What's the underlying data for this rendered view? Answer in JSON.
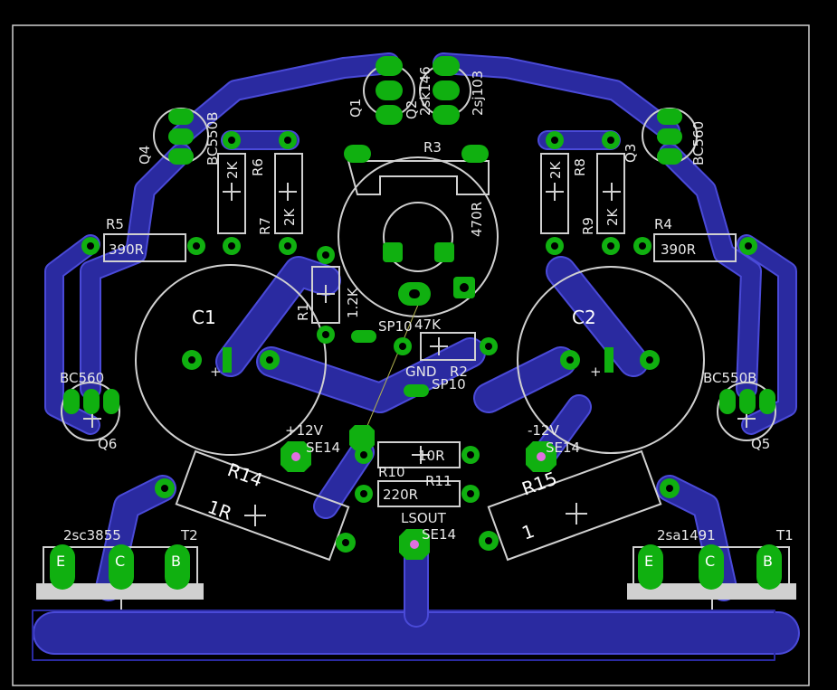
{
  "board": {
    "labels": {
      "q1": "Q1",
      "q2": "Q2",
      "q1_part": "2sk146",
      "q2_part": "2sj103",
      "q3": "Q3",
      "q3_part": "BC560",
      "q4": "Q4",
      "q4_part": "BC550B",
      "q5": "Q5",
      "q5_part": "BC550B",
      "q6": "Q6",
      "q6_part": "BC560",
      "r1": "R1",
      "r1_val": "1.2K",
      "r2": "R2",
      "r2_val": "47K",
      "r3": "R3",
      "r3_val": "470R",
      "r4": "R4",
      "r4_val": "390R",
      "r5": "R5",
      "r5_val": "390R",
      "r6": "R6",
      "r6_val": "2K",
      "r7": "R7",
      "r7_val": "2K",
      "r8": "R8",
      "r8_val": "2K",
      "r9": "R9",
      "r9_val": "2K",
      "r10": "R10",
      "r10_val": "10R",
      "r11": "R11",
      "r11_val": "220R",
      "r14": "R14",
      "r14_val": "1R",
      "r15": "R15",
      "r15_val": "1",
      "c1": "C1",
      "c2": "C2",
      "t1": "T1",
      "t1_part": "2sa1491",
      "t2": "T2",
      "t2_part": "2sc3855",
      "sp_a": "SP10",
      "sp_b": "SP10",
      "gnd": "GND",
      "plus12": "+12V",
      "minus12": "-12V",
      "lsout": "LSOUT",
      "se_a": "SE14",
      "se_b": "SE14",
      "se_c": "SE14",
      "plus_a": "+",
      "plus_b": "+",
      "pin_e": "E",
      "pin_c": "C",
      "pin_b": "B"
    },
    "colors": {
      "background": "#000000",
      "trace": "#2a2aa0",
      "silkscreen": "#d0d0d0",
      "pad": "#10b010"
    }
  }
}
